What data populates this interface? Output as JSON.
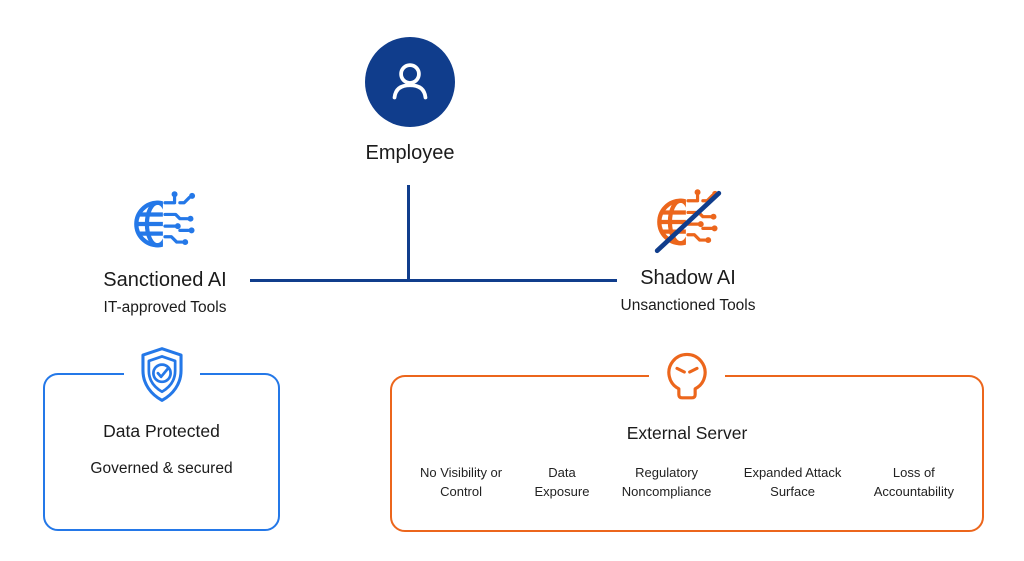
{
  "colors": {
    "navy": "#103d8c",
    "blue": "#2478e8",
    "orange": "#ec661c",
    "text": "#1b1b1b"
  },
  "icons": {
    "employee": "person-icon",
    "sanctioned": "ai-globe-icon",
    "shadow": "ai-globe-slash-icon",
    "protected": "shield-check-icon",
    "external": "skull-icon"
  },
  "employee": {
    "label": "Employee"
  },
  "sanctioned": {
    "title": "Sanctioned AI",
    "subtitle": "IT-approved Tools"
  },
  "shadow": {
    "title": "Shadow AI",
    "subtitle": "Unsanctioned Tools"
  },
  "protected_box": {
    "title": "Data Protected",
    "subtitle": "Governed & secured"
  },
  "external_box": {
    "title": "External Server",
    "risks": [
      "No Visibility or\nControl",
      "Data\nExposure",
      "Regulatory\nNoncompliance",
      "Expanded Attack\nSurface",
      "Loss of\nAccountability"
    ]
  }
}
